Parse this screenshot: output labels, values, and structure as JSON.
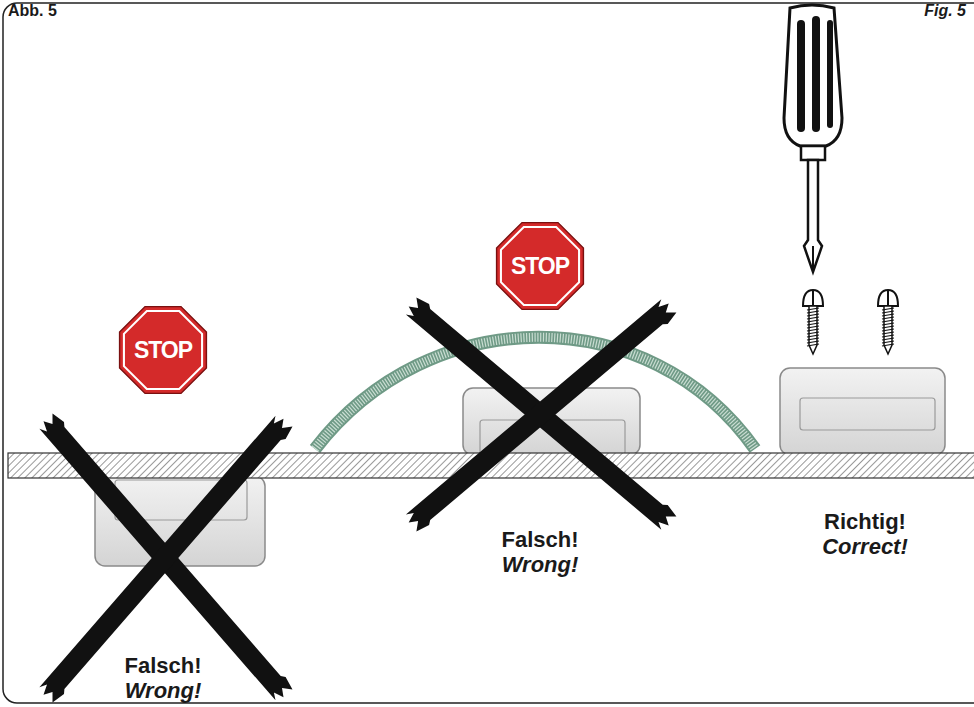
{
  "diagram": {
    "nodes": [
      {
        "text": [
          "STOP"
        ]
      },
      {
        "text": [
          "STOP"
        ]
      }
    ],
    "labels": [
      "Abb. 5",
      "Fig. 5",
      "Falsch!",
      "Wrong!",
      "Falsch!",
      "Wrong!",
      "Richtig!",
      "Correct!"
    ]
  }
}
